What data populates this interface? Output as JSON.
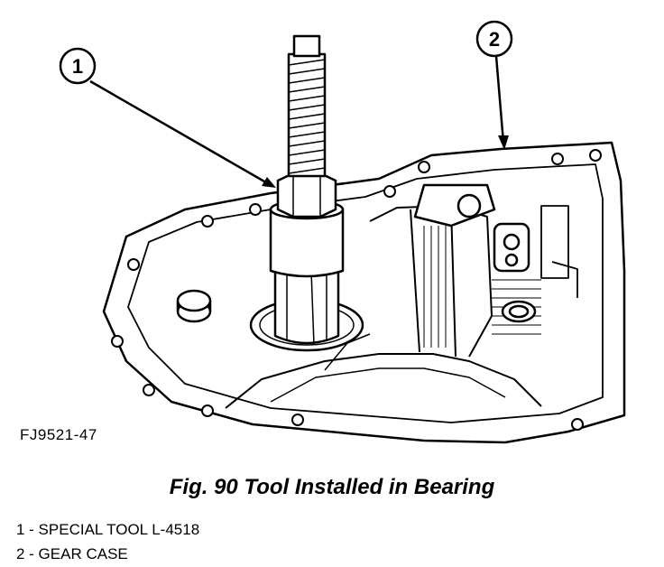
{
  "figure": {
    "code": "FJ9521-47",
    "caption": "Fig. 90 Tool Installed in Bearing",
    "callouts": [
      "1",
      "2"
    ]
  },
  "legend": [
    {
      "text": "1 - SPECIAL TOOL L-4518"
    },
    {
      "text": "2 - GEAR CASE"
    }
  ]
}
